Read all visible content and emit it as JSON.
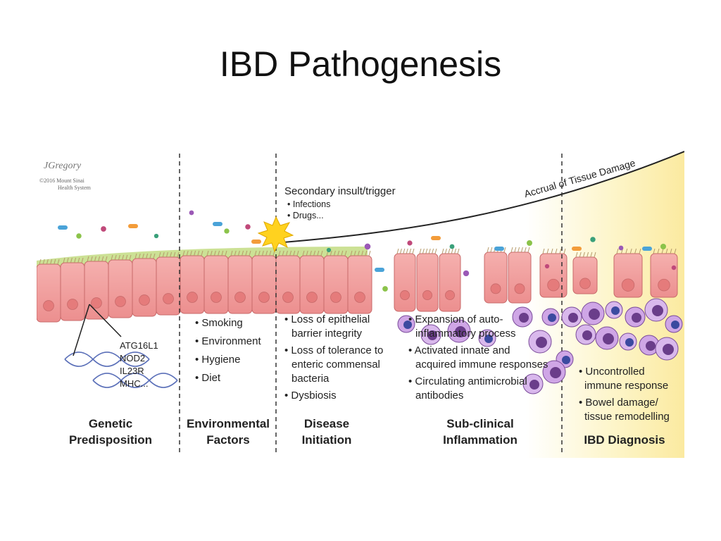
{
  "title": "IBD Pathogenesis",
  "credit": {
    "signature": "JGregory",
    "line1": "©2016 Mount Sinai",
    "line2": "Health System"
  },
  "trigger": {
    "heading": "Secondary insult/trigger",
    "items": [
      "• Infections",
      "• Drugs..."
    ]
  },
  "curve_label": "Accrual of Tissue Damage",
  "genes": [
    "ATG16L1",
    "NOD2",
    "IL23R",
    "MHC..."
  ],
  "environmental_list": [
    "• Smoking",
    "• Environment",
    "• Hygiene",
    "• Diet"
  ],
  "initiation_list": [
    "• Loss of epithelial",
    "barrier integrity",
    "• Loss of tolerance to",
    "enteric commensal",
    "bacteria",
    "• Dysbiosis"
  ],
  "subclinical_list": [
    "• Expansion of auto-",
    "inflammatory process",
    "• Activated innate and",
    "acquired immune responses",
    "• Circulating antimicrobial",
    "antibodies"
  ],
  "diagnosis_list": [
    "• Uncontrolled",
    "immune response",
    "• Bowel damage/",
    "tissue remodelling"
  ],
  "stages": [
    {
      "line1": "Genetic",
      "line2": "Predisposition"
    },
    {
      "line1": "Environmental",
      "line2": "Factors"
    },
    {
      "line1": "Disease",
      "line2": "Initiation"
    },
    {
      "line1": "Sub-clinical",
      "line2": "Inflammation"
    },
    {
      "line1": "",
      "line2": "IBD Diagnosis"
    }
  ],
  "colors": {
    "cell_fill": "#f29a9a",
    "cell_nucleus": "#e57b7b",
    "mucus": "#c7de8a",
    "highlight": "#fdf3b0",
    "divider": "#333333",
    "immune_cell": "#b58ad0"
  }
}
